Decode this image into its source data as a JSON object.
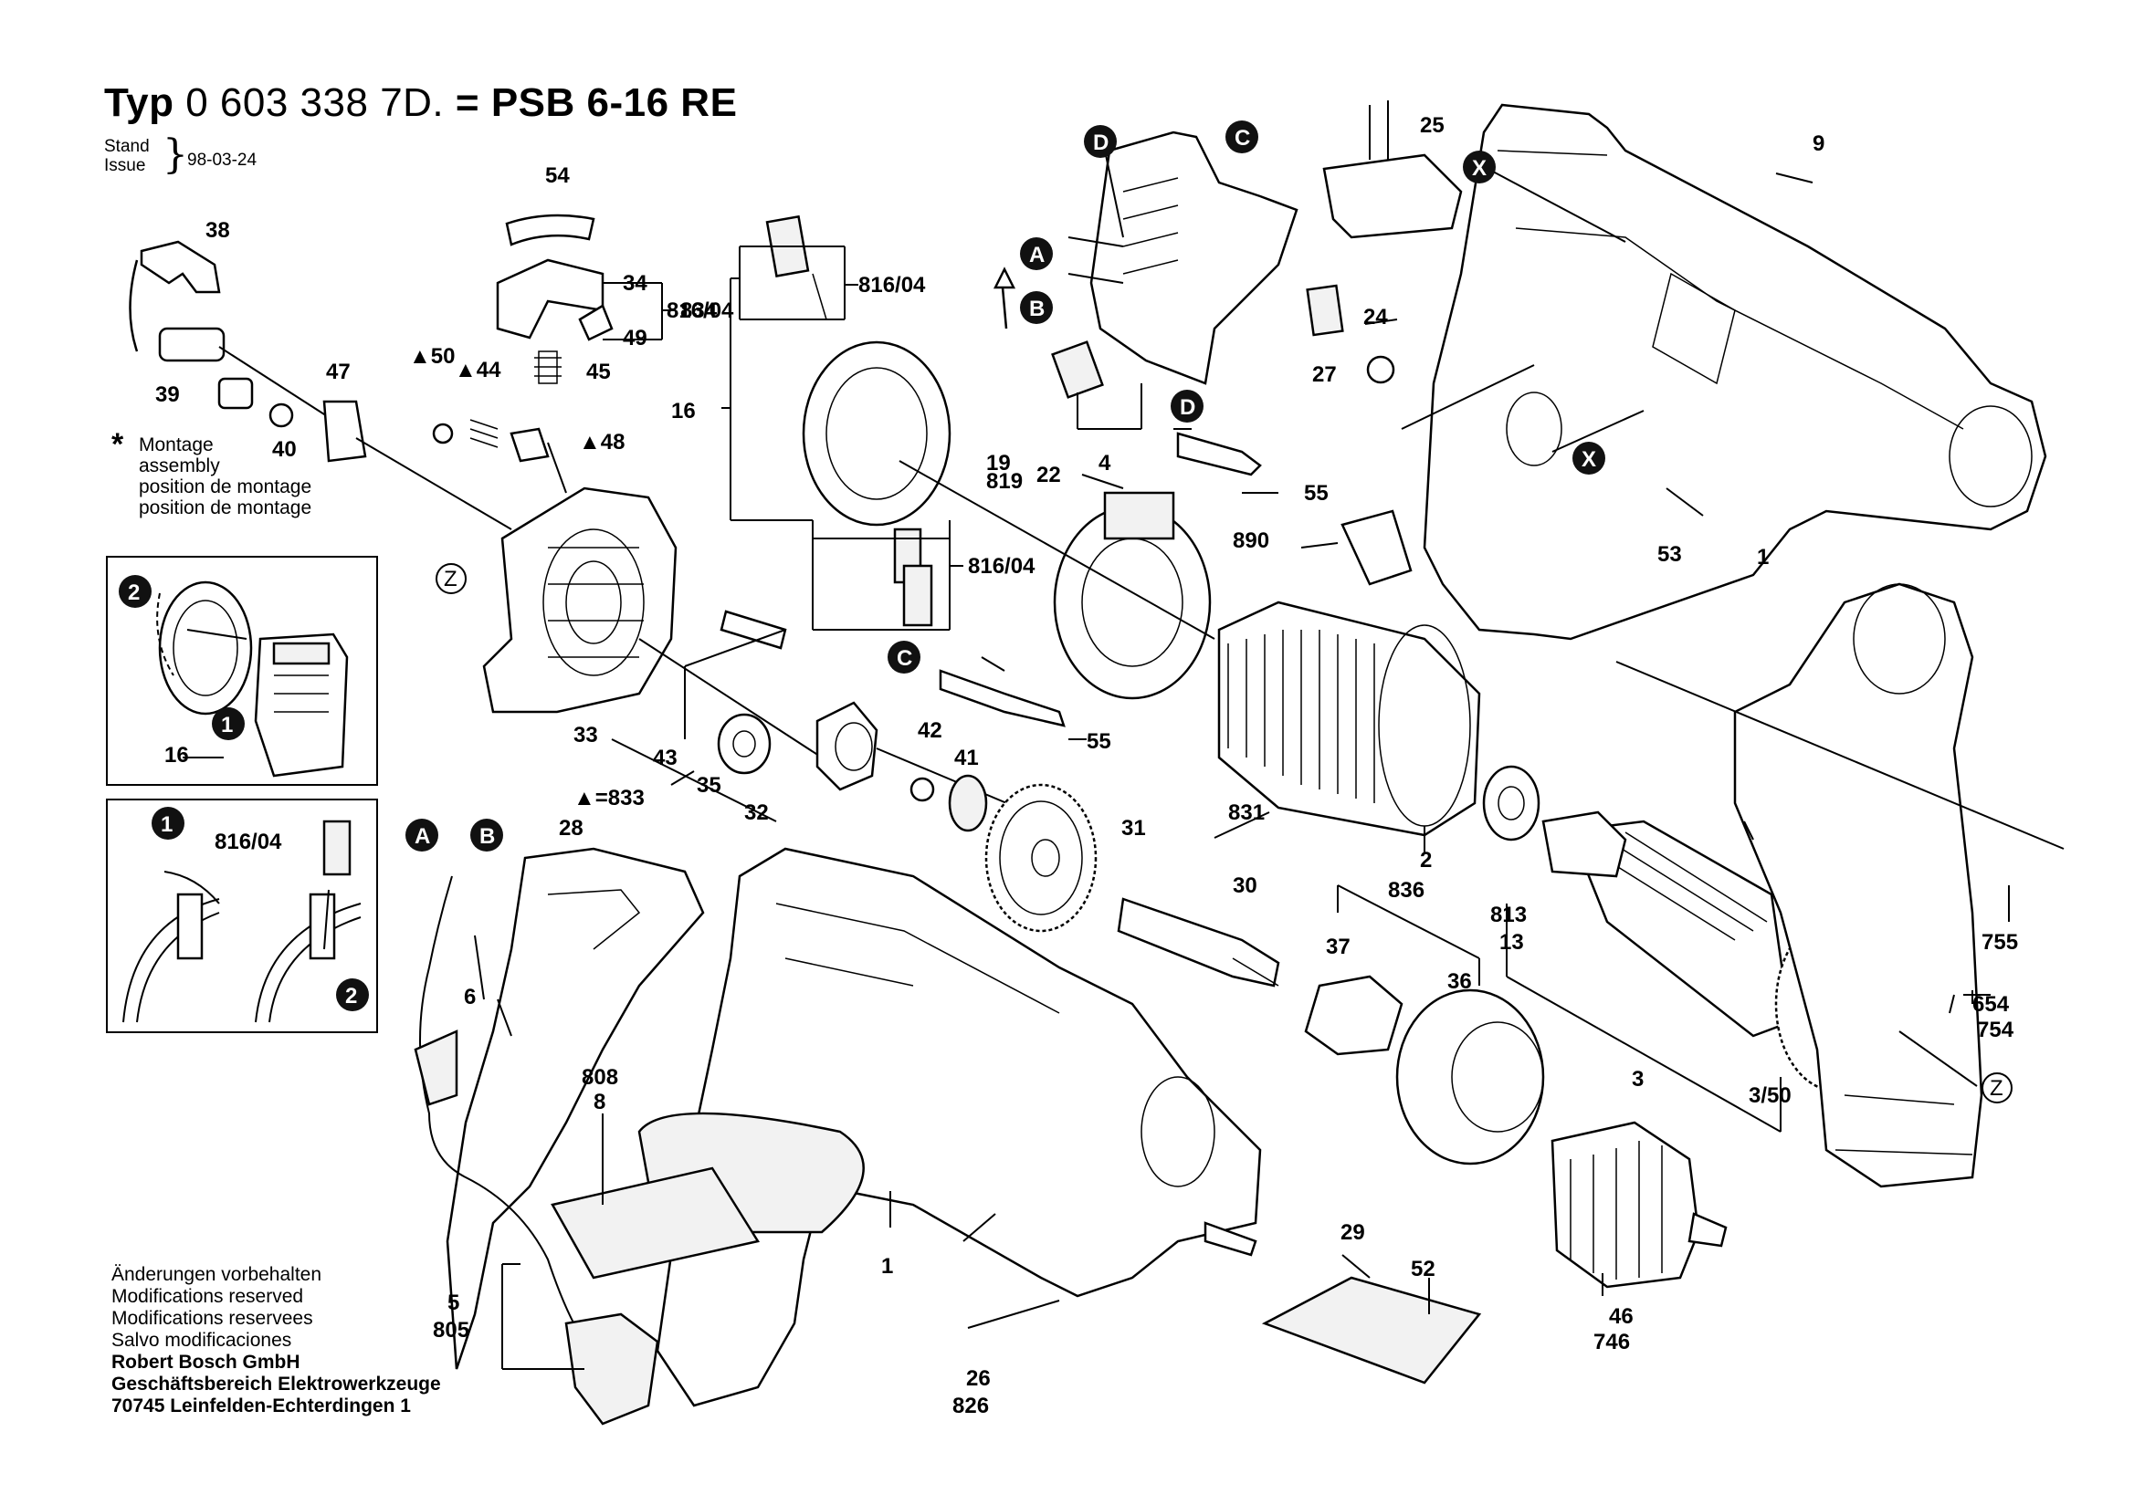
{
  "header": {
    "title_typ": "Typ",
    "title_number": "0 603 338",
    "title_suffix": "7D.",
    "title_model": "= PSB 6-16 RE",
    "stand_label": "Stand",
    "issue_label": "Issue",
    "date": "98-03-24"
  },
  "montage_note": {
    "star": "*",
    "line1": "Montage",
    "line2": "assembly",
    "line3": "position de montage",
    "line4": "position de montage"
  },
  "footer": {
    "line1": "Änderungen vorbehalten",
    "line2": "Modifications reserved",
    "line3": "Modifications reservees",
    "line4": "Salvo modificaciones",
    "line5": "Robert Bosch GmbH",
    "line6": "Geschäftsbereich Elektrowerkzeuge",
    "line7": "70745 Leinfelden-Echterdingen 1"
  },
  "part_labels": {
    "p1": "1",
    "p1b": "1",
    "p2": "2",
    "p3": "3",
    "p350": "3/50",
    "p4": "4",
    "p5": "5",
    "p6": "6",
    "p9": "9",
    "p13": "13",
    "p16": "16",
    "p16b": "16",
    "p22": "22",
    "p24": "24",
    "p25": "25",
    "p26": "26",
    "p27": "27",
    "p28": "28",
    "p29": "29",
    "p30": "30",
    "p31": "31",
    "p32": "32",
    "p33": "33",
    "p34": "34",
    "p35": "35",
    "p36": "36",
    "p37": "37",
    "p38": "38",
    "p39": "39",
    "p40": "40",
    "p41": "41",
    "p42": "42",
    "p43": "43",
    "p44": "44",
    "p45": "45",
    "p46": "46",
    "p47": "47",
    "p48": "48",
    "p49": "49",
    "p50": "50",
    "p52": "52",
    "p53": "53",
    "p54": "54",
    "p55a": "55",
    "p55b": "55",
    "p654": "654",
    "p746": "746",
    "p754": "754",
    "p755": "755",
    "p805": "805",
    "p808": "808",
    "p813": "813",
    "p819": "819",
    "p8": "8",
    "p826": "826",
    "p831": "831",
    "p833": "▲=833",
    "p834": "834",
    "p836": "836",
    "p890": "890",
    "p816a": "816/04",
    "p816b": "816/04",
    "p816c": "816/04",
    "p19": "19",
    "tri50": "▲50",
    "tri44": "▲44",
    "tri48": "▲48"
  },
  "callouts": {
    "A1": "A",
    "B1": "B",
    "C1": "C",
    "D1": "D",
    "C2": "C",
    "D2": "D",
    "X1": "X",
    "X2": "X",
    "A2": "A",
    "B2": "B",
    "Z1": "Z",
    "Z2": "Z",
    "n1a": "1",
    "n2a": "2",
    "n1b": "1",
    "n2b": "2"
  }
}
